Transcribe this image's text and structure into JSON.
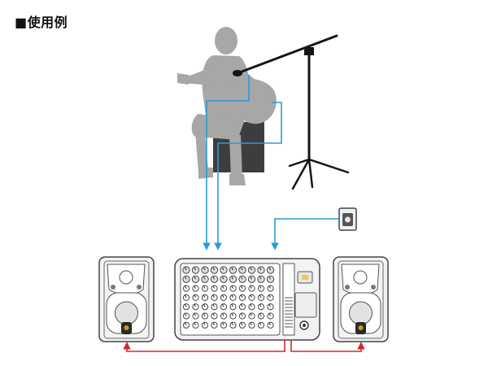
{
  "header": {
    "title": "■使用例"
  },
  "colors": {
    "silhouette": "#a7a7a7",
    "seat": "#3d3d3d",
    "stand": "#151515",
    "signal_line": "#2d9ad6",
    "speaker_line": "#d9262c",
    "equipment_outline": "#444444",
    "equipment_fill": "#f3f3f3"
  },
  "diagram": {
    "subjects": [
      "performer-with-guitar",
      "microphone-on-stand",
      "stool",
      "footswitch",
      "powered-mixer",
      "left-speaker",
      "right-speaker"
    ],
    "connections": [
      {
        "from": "microphone",
        "to": "powered-mixer",
        "type": "signal"
      },
      {
        "from": "guitar",
        "to": "powered-mixer",
        "type": "signal"
      },
      {
        "from": "footswitch",
        "to": "powered-mixer",
        "type": "signal"
      },
      {
        "from": "powered-mixer",
        "to": "left-speaker",
        "type": "speaker"
      },
      {
        "from": "powered-mixer",
        "to": "right-speaker",
        "type": "speaker"
      }
    ]
  }
}
